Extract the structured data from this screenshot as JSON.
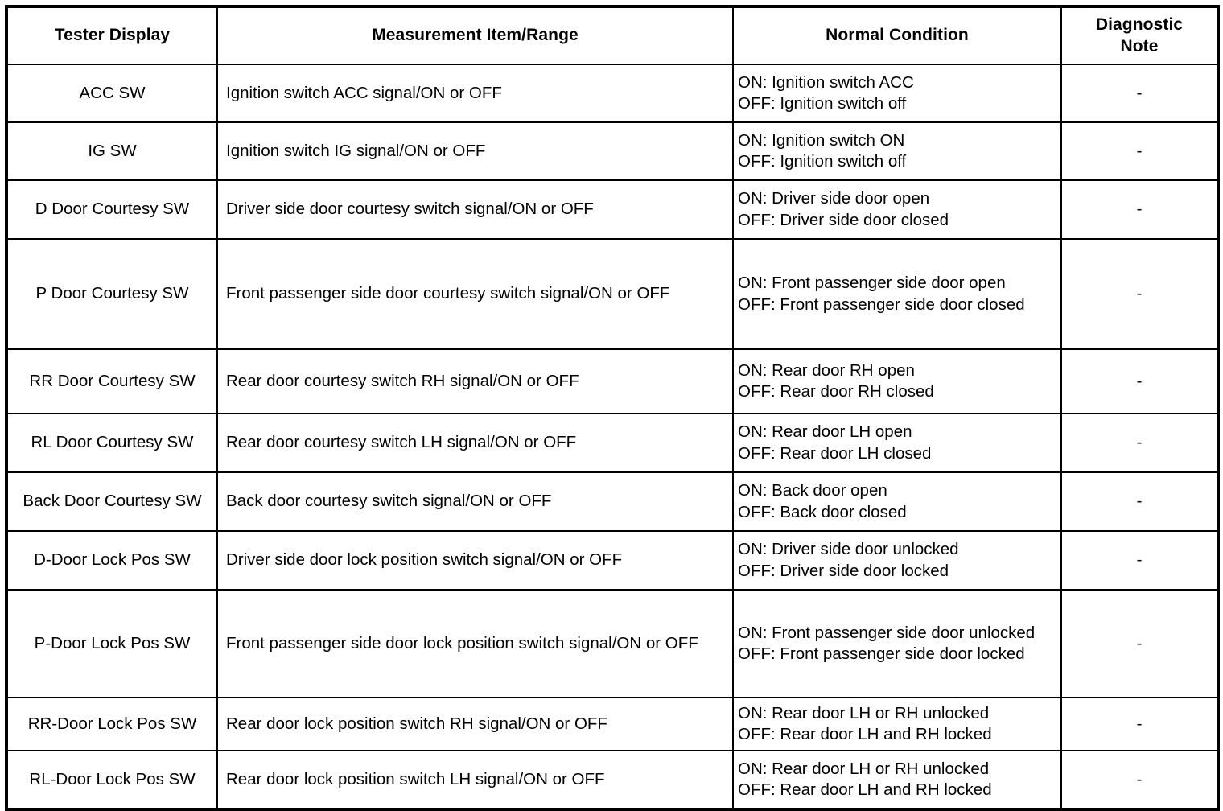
{
  "table": {
    "columns": [
      {
        "key": "tester",
        "label": "Tester Display"
      },
      {
        "key": "measure",
        "label": "Measurement Item/Range"
      },
      {
        "key": "normal",
        "label": "Normal Condition"
      },
      {
        "key": "note",
        "label": "Diagnostic\nNote"
      }
    ],
    "rows": [
      {
        "tester": "ACC SW",
        "measure": "Ignition switch ACC signal/ON or OFF",
        "normal": "ON: Ignition switch ACC\nOFF: Ignition switch off",
        "note": "-"
      },
      {
        "tester": "IG SW",
        "measure": "Ignition switch IG signal/ON or OFF",
        "normal": "ON: Ignition switch ON\nOFF: Ignition switch off",
        "note": "-"
      },
      {
        "tester": "D Door Courtesy SW",
        "measure": "Driver side door courtesy switch signal/ON or OFF",
        "normal": "ON: Driver side door open\nOFF: Driver side door closed",
        "note": "-"
      },
      {
        "tester": "P Door Courtesy SW",
        "measure": "Front passenger side door courtesy switch signal/ON or OFF",
        "normal": "ON: Front passenger side door open\nOFF: Front passenger side door closed",
        "note": "-"
      },
      {
        "tester": "RR Door Courtesy SW",
        "measure": "Rear door courtesy switch RH signal/ON or OFF",
        "normal": "ON: Rear door RH open\nOFF: Rear door RH closed",
        "note": "-"
      },
      {
        "tester": "RL Door Courtesy SW",
        "measure": "Rear door courtesy switch LH signal/ON or OFF",
        "normal": "ON: Rear door LH open\nOFF: Rear door LH closed",
        "note": "-"
      },
      {
        "tester": "Back Door Courtesy SW",
        "measure": "Back door courtesy switch signal/ON or OFF",
        "normal": "ON: Back door open\nOFF: Back door closed",
        "note": "-"
      },
      {
        "tester": "D-Door Lock Pos SW",
        "measure": "Driver side door lock position switch signal/ON or OFF",
        "normal": "ON: Driver side door unlocked\nOFF: Driver side door locked",
        "note": "-"
      },
      {
        "tester": "P-Door Lock Pos SW",
        "measure": "Front passenger side door lock position switch signal/ON or OFF",
        "normal": "ON: Front passenger side door unlocked\nOFF: Front passenger side door locked",
        "note": "-"
      },
      {
        "tester": "RR-Door Lock Pos SW",
        "measure": "Rear door lock position switch RH signal/ON or OFF",
        "normal": "ON: Rear door LH or RH unlocked\nOFF: Rear door LH and RH locked",
        "note": "-"
      },
      {
        "tester": "RL-Door Lock Pos SW",
        "measure": "Rear door lock position switch LH signal/ON or OFF",
        "normal": "ON: Rear door LH or RH unlocked\nOFF: Rear door LH and RH locked",
        "note": "-"
      }
    ]
  },
  "colors": {
    "border": "#000000",
    "text": "#000000",
    "background": "#ffffff"
  }
}
